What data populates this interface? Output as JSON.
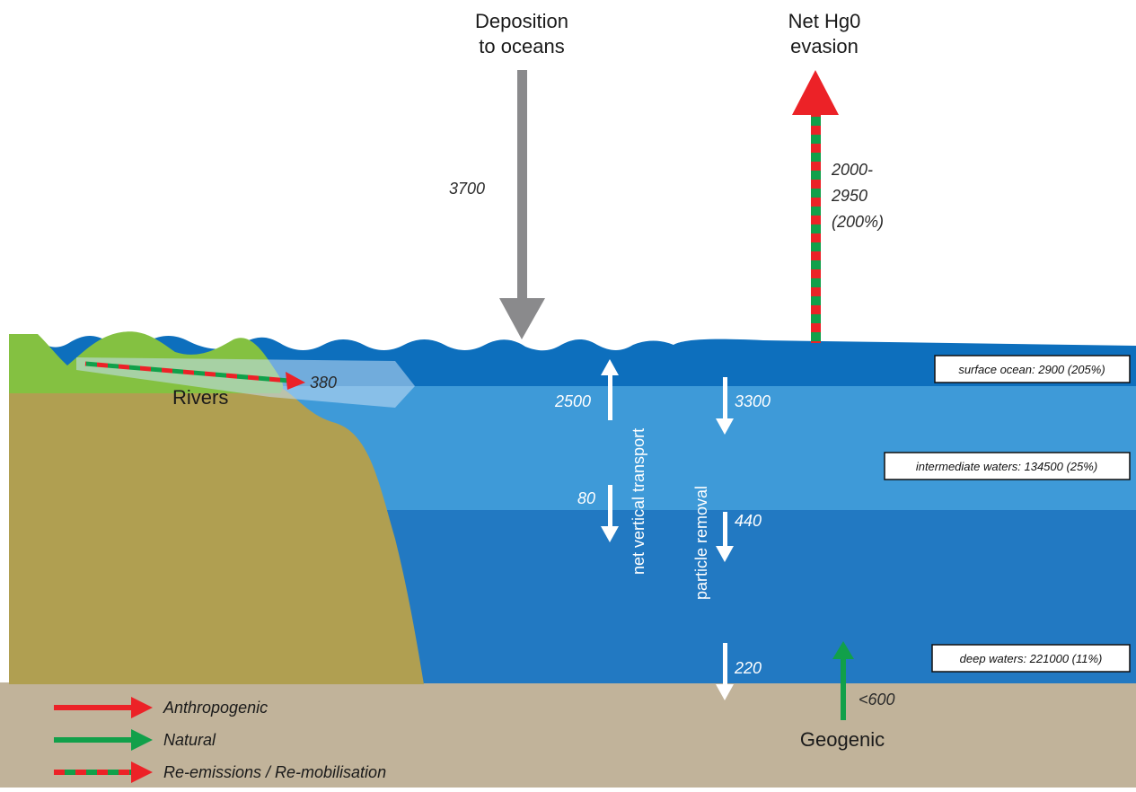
{
  "colors": {
    "ocean_surface": "#0d6fbd",
    "ocean_intermediate": "#3e9ad8",
    "ocean_deep": "#2279c2",
    "land": "#b09f51",
    "hills": "#84c141",
    "sediment": "#c1b39a",
    "anthropogenic": "#ec2227",
    "natural": "#11a04a",
    "deposition": "#8a8a8c"
  },
  "fluxes": {
    "deposition_title_line1": "Deposition",
    "deposition_title_line2": "to oceans",
    "deposition_value": "3700",
    "evasion_title_line1": "Net Hg0",
    "evasion_title_line2": "evasion",
    "evasion_value_line1": "2000-",
    "evasion_value_line2": "2950",
    "evasion_value_line3": "(200%)",
    "rivers_label": "Rivers",
    "rivers_value": "380",
    "up_surface_value": "2500",
    "down_surface_value": "3300",
    "down_intermediate_left_value": "80",
    "down_intermediate_right_value": "440",
    "down_deep_value": "220",
    "geogenic_value": "<600",
    "geogenic_label": "Geogenic",
    "net_vertical_label": "net vertical transport",
    "particle_removal_label": "particle removal"
  },
  "reservoirs": {
    "surface": "surface ocean: 2900 (205%)",
    "intermediate": "intermediate waters: 134500 (25%)",
    "deep": "deep waters: 221000 (11%)"
  },
  "legend": {
    "anthropogenic": "Anthropogenic",
    "natural": "Natural",
    "remobilisation": "Re-emissions / Re-mobilisation"
  }
}
